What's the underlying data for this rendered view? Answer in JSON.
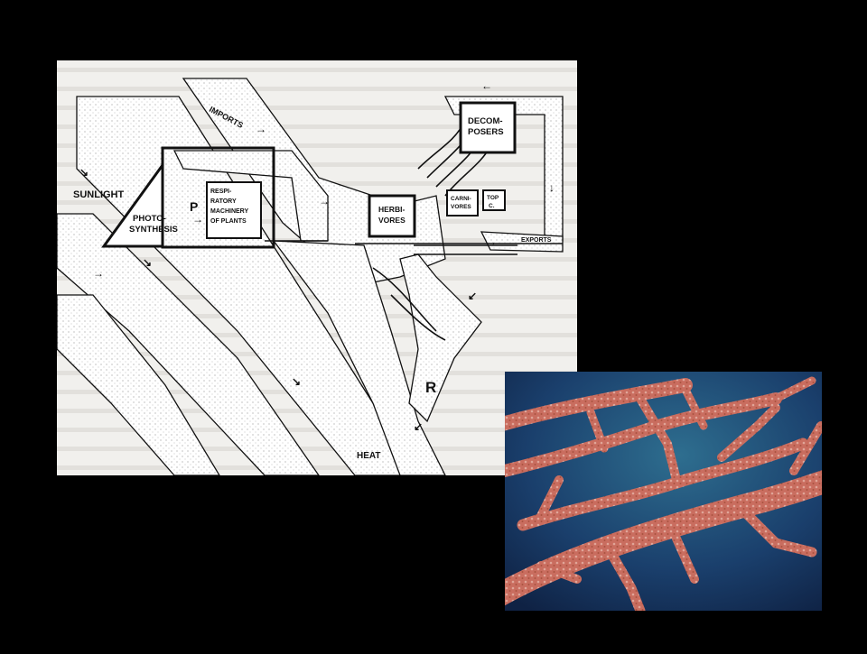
{
  "diagram": {
    "labels": {
      "sunlight": "SUNLIGHT",
      "imports": "IMPORTS",
      "photo1": "PHOTO-",
      "photo2": "SYNTHESIS",
      "p": "P",
      "resp1": "RESPI-",
      "resp2": "RATORY",
      "resp3": "MACHINERY",
      "resp4": "OF PLANTS",
      "herb1": "HERBI-",
      "herb2": "VORES",
      "carn1": "CARNI-",
      "carn2": "VORES",
      "top1": "TOP",
      "top2": "C.",
      "decomp1": "DECOM-",
      "decomp2": "POSERS",
      "exports": "EXPORTS",
      "r": "R",
      "heat": "HEAT"
    }
  },
  "photo": {
    "subject": "coral",
    "colors": {
      "branch": "#c96d5f",
      "background": "#1b4a78",
      "polyps": "#e0a598"
    }
  }
}
